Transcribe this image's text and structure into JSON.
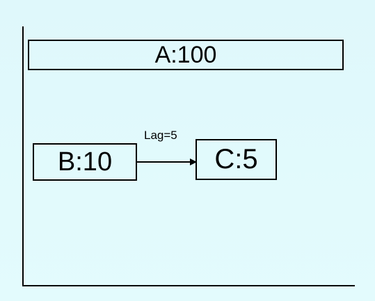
{
  "diagram": {
    "nodes": [
      {
        "id": "A",
        "label": "A:100"
      },
      {
        "id": "B",
        "label": "B:10"
      },
      {
        "id": "C",
        "label": "C:5"
      }
    ],
    "edges": [
      {
        "from": "B",
        "to": "C",
        "label": "Lag=5"
      }
    ]
  },
  "colors": {
    "background": "#dff8fb",
    "stroke": "#000000"
  }
}
